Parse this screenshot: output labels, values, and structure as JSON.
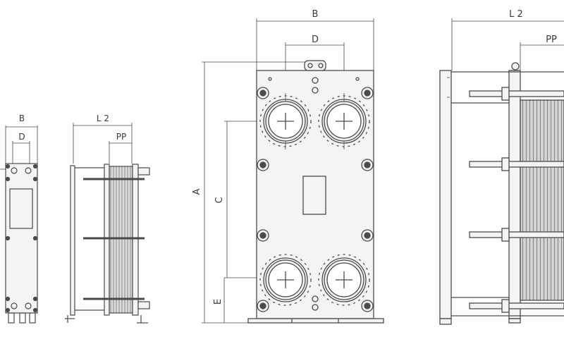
{
  "labels": {
    "small_front_width": "B",
    "small_front_port_spacing": "D",
    "small_side_length": "L 2",
    "small_side_pack": "PP",
    "large_front_width": "B",
    "large_front_port_spacing": "D",
    "large_front_height": "A",
    "large_front_port_vertical": "C",
    "large_front_bottom_offset": "E",
    "large_side_length": "L 2",
    "large_side_pack": "PP"
  },
  "colors": {
    "line": "#4a4a4a",
    "fill_light": "#f4f4f4",
    "plate_stripe": "#8a8a8a",
    "background": "#ffffff"
  }
}
